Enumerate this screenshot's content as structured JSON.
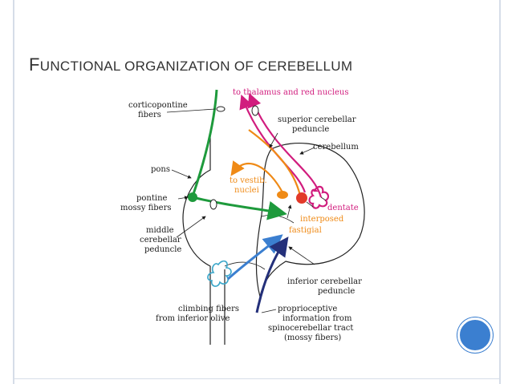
{
  "slide": {
    "title": "Functional organization of cerebellum",
    "title_first_letter": "F",
    "title_rest": "unctional organization of cerebellum"
  },
  "diagram": {
    "labels": {
      "corticopontine": [
        "corticopontine",
        "fibers"
      ],
      "thalamus": "to thalamus and red nucleus",
      "superior_peduncle": [
        "superior cerebellar",
        "peduncle"
      ],
      "cerebellum": "cerebellum",
      "pons": "pons",
      "vestib": [
        "to vestib.",
        "nuclei"
      ],
      "pontine": [
        "pontine",
        "mossy fibers"
      ],
      "dentate": "dentate",
      "interposed": "interposed",
      "fastigial": "fastigial",
      "middle_peduncle": [
        "middle",
        "cerebellar",
        "peduncle"
      ],
      "inferior_peduncle": [
        "inferior cerebellar",
        "peduncle"
      ],
      "climbing": [
        "climbing fibers",
        "from inferior olive"
      ],
      "proprioceptive": [
        "proprioceptive",
        "information from",
        "spinocerebellar tract",
        "(mossy fibers)"
      ]
    }
  },
  "colors": {
    "green": "#1e9a3c",
    "magenta": "#d11d7e",
    "orange": "#ef8a16",
    "red": "#e23a2a",
    "navy": "#24307a",
    "blue": "#3b7fd0",
    "cyan": "#3aa6c9"
  }
}
